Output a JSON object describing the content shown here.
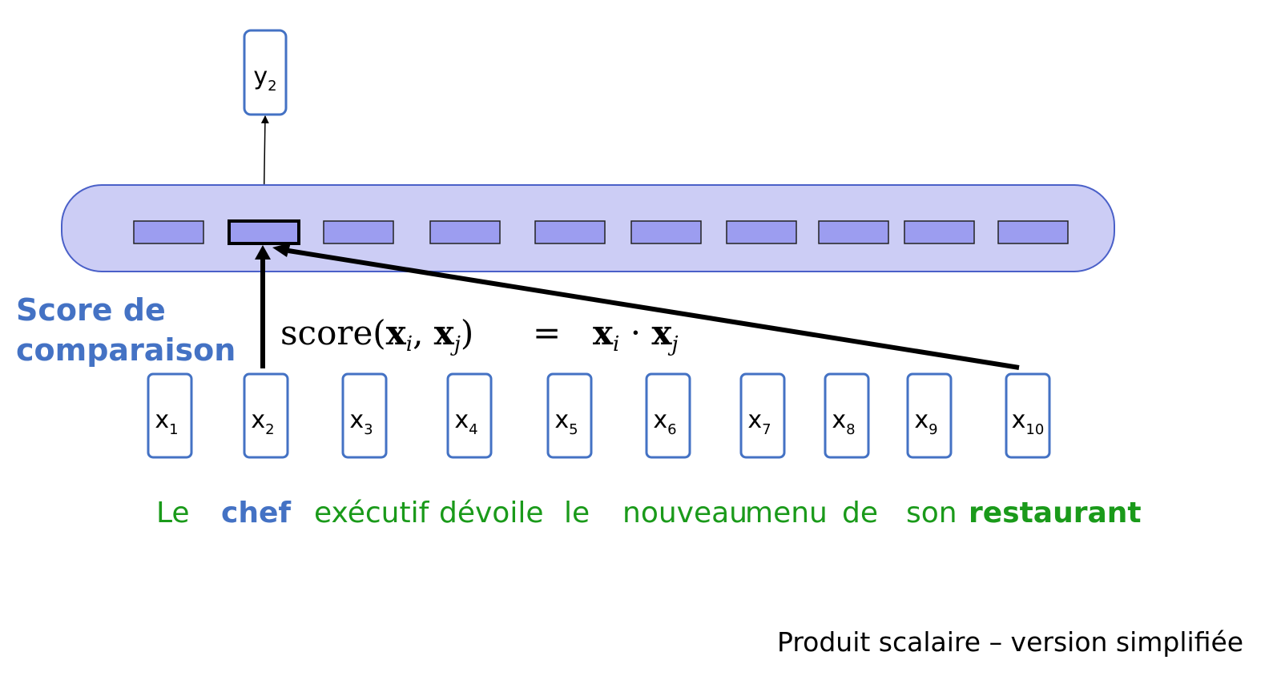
{
  "output": {
    "letter": "y",
    "sub": "2"
  },
  "inputs": [
    {
      "letter": "x",
      "sub": "1"
    },
    {
      "letter": "x",
      "sub": "2"
    },
    {
      "letter": "x",
      "sub": "3"
    },
    {
      "letter": "x",
      "sub": "4"
    },
    {
      "letter": "x",
      "sub": "5"
    },
    {
      "letter": "x",
      "sub": "6"
    },
    {
      "letter": "x",
      "sub": "7"
    },
    {
      "letter": "x",
      "sub": "8"
    },
    {
      "letter": "x",
      "sub": "9"
    },
    {
      "letter": "x",
      "sub": "10"
    }
  ],
  "words": [
    {
      "text": "Le",
      "bold": false,
      "color": "#1a9a1a"
    },
    {
      "text": "chef",
      "bold": true,
      "color": "#4472c4"
    },
    {
      "text": "exécutif",
      "bold": false,
      "color": "#1a9a1a"
    },
    {
      "text": "dévoile",
      "bold": false,
      "color": "#1a9a1a"
    },
    {
      "text": "le",
      "bold": false,
      "color": "#1a9a1a"
    },
    {
      "text": "nouveau",
      "bold": false,
      "color": "#1a9a1a"
    },
    {
      "text": "menu",
      "bold": false,
      "color": "#1a9a1a"
    },
    {
      "text": "de",
      "bold": false,
      "color": "#1a9a1a"
    },
    {
      "text": "son",
      "bold": false,
      "color": "#1a9a1a"
    },
    {
      "text": "restaurant",
      "bold": true,
      "color": "#1a9a1a"
    }
  ],
  "score_label": {
    "line1": "Score de",
    "line2": "comparaison"
  },
  "formula": {
    "fn": "score",
    "sub_i": "i",
    "sub_j": "j",
    "equals": "="
  },
  "caption": "Produit scalaire – version simplifiée",
  "colors": {
    "box_border": "#4472c4",
    "layer_fill": "#cccdf5",
    "layer_border": "#4a60c8",
    "cell_fill": "#9c9df0",
    "arrow": "#000000",
    "highlight_word": "#4472c4",
    "word_green": "#1a9a1a"
  }
}
